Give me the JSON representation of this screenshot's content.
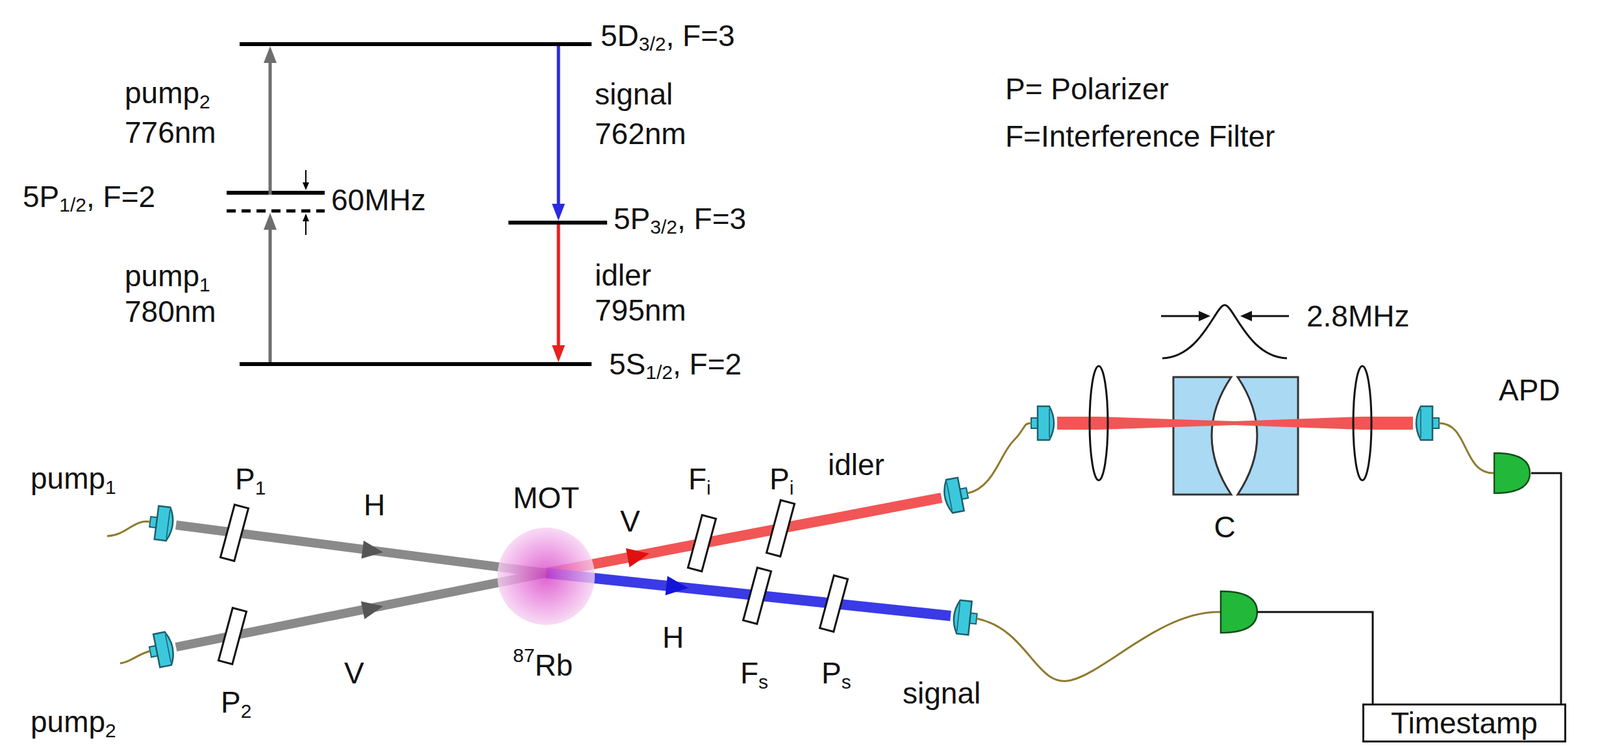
{
  "diagram": {
    "nodes": [
      {
        "text": [
          "APD"
        ]
      },
      {
        "text": [
          "Timestamp"
        ]
      }
    ],
    "edges": [
      {
        "from": 0,
        "to": 1,
        "arrow": "none"
      }
    ],
    "labels": [
      "5D",
      "3/2",
      ", F=3",
      "pump",
      "2",
      "776nm",
      "signal",
      "762nm",
      "5P",
      "1/2",
      ", F=2",
      "60MHz",
      "5P",
      "3/2",
      ", F=3",
      "pump",
      "1",
      "780nm",
      "idler",
      "795nm",
      "5S",
      "1/2",
      ", F=2",
      "P= Polarizer",
      "F=Interference Filter",
      "2.8MHz",
      "pump",
      "1",
      "P",
      "1",
      "H",
      "MOT",
      "V",
      "F",
      "i",
      "P",
      "i",
      "idler",
      "C",
      "pump",
      "2",
      "P",
      "2",
      "V",
      "H",
      "F",
      "s",
      "P",
      "s",
      "signal",
      "87",
      "Rb"
    ]
  }
}
